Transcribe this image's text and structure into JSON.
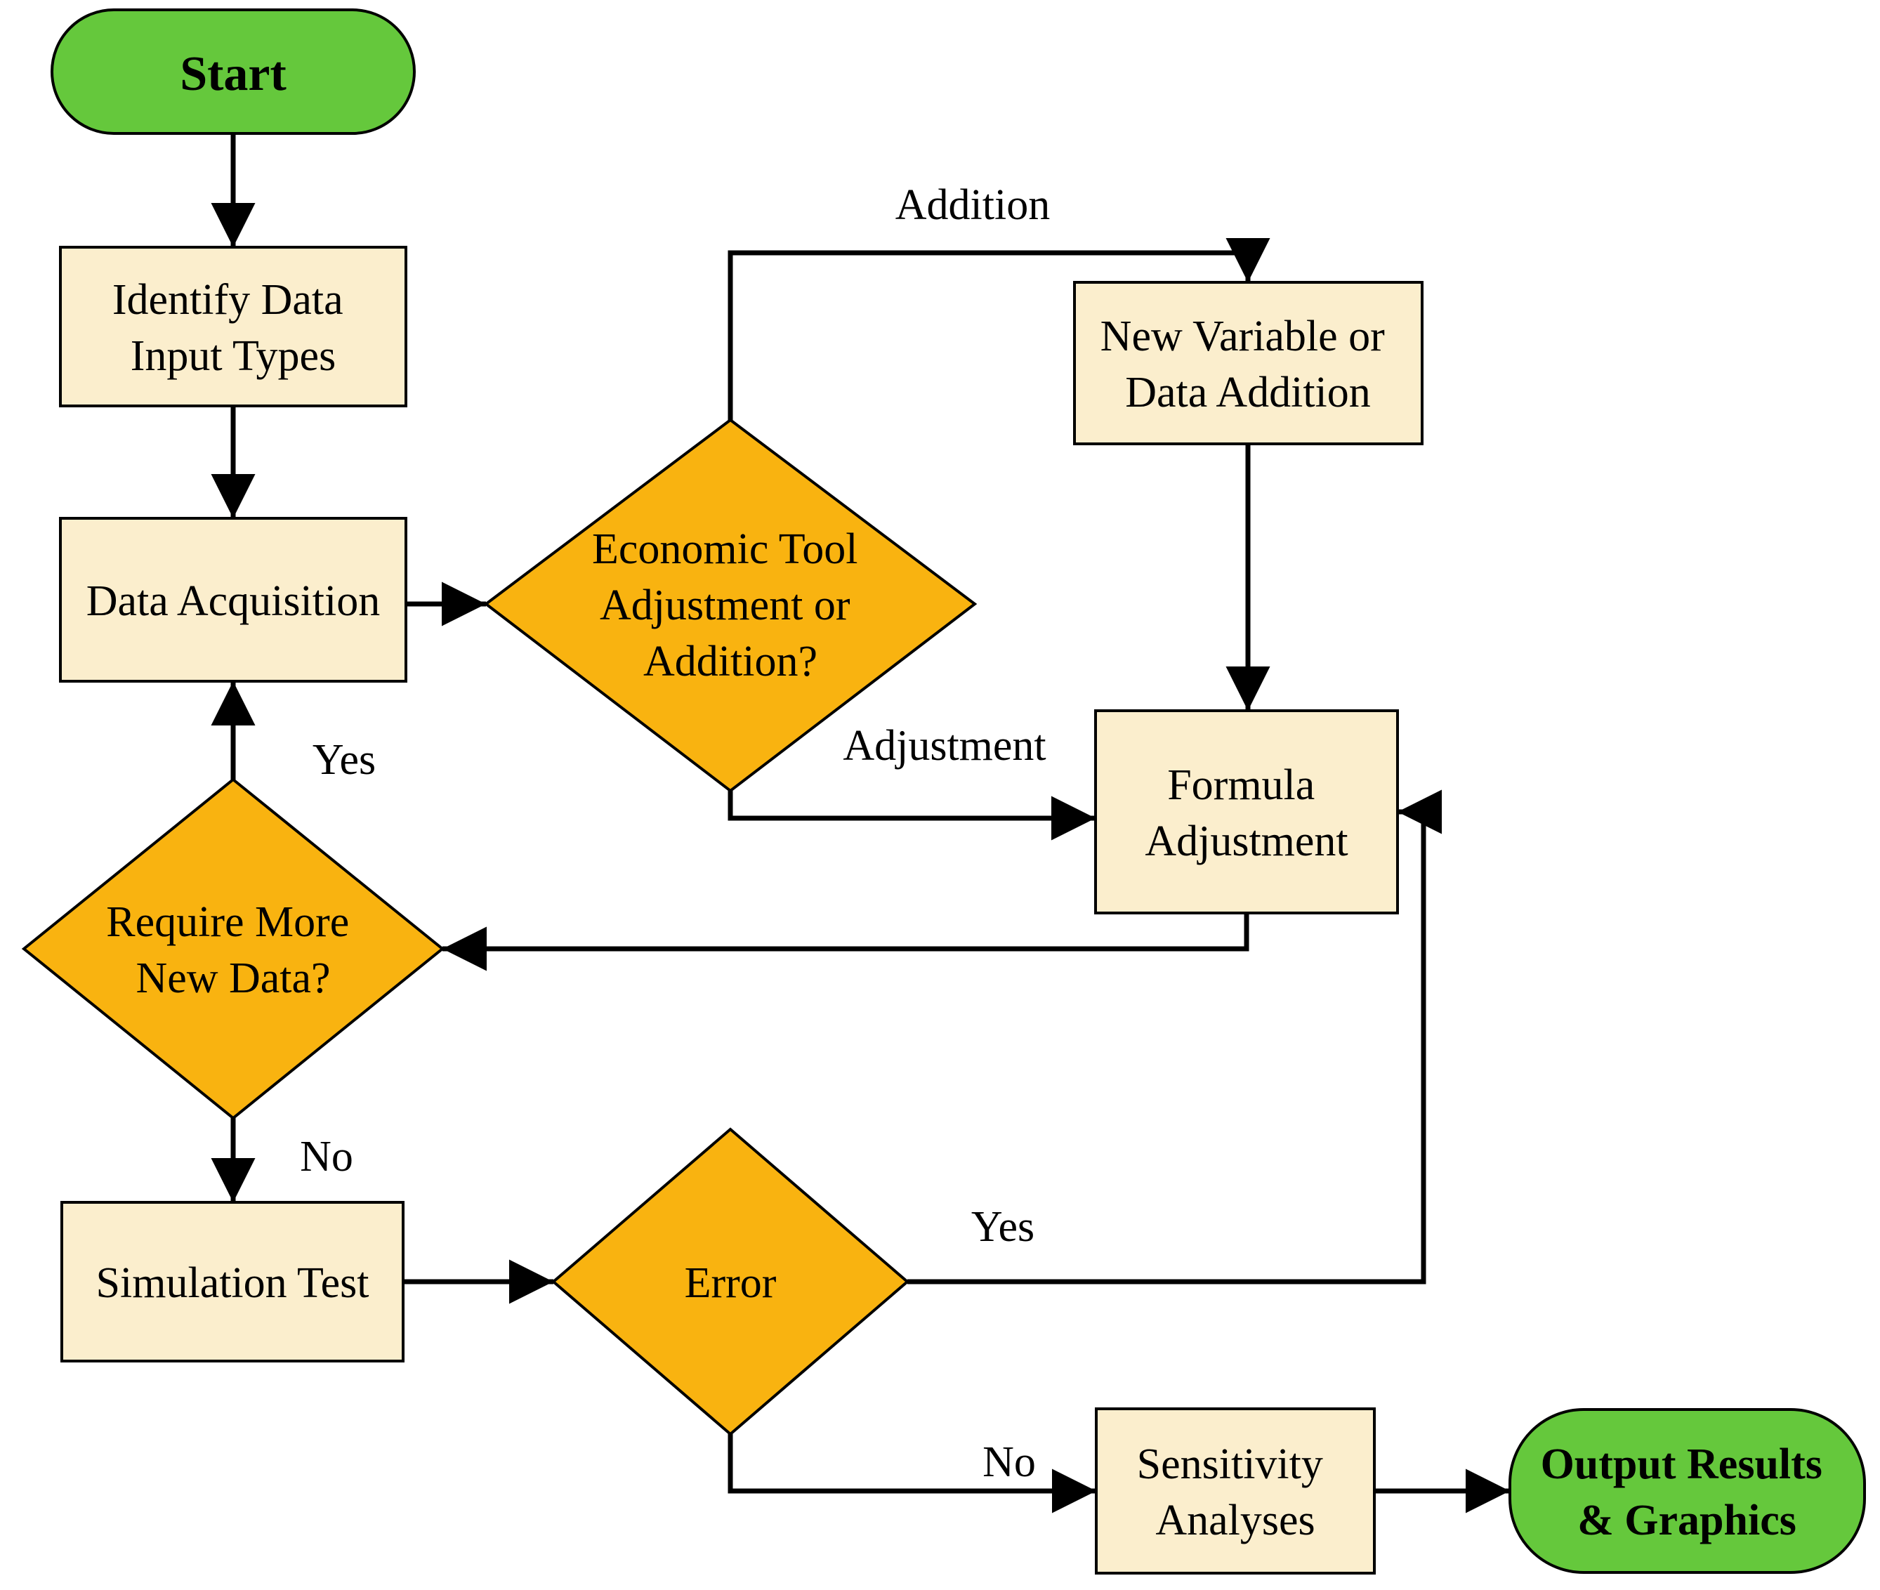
{
  "diagram": {
    "type": "flowchart",
    "colors": {
      "terminator_fill": "#65C83C",
      "process_fill": "#FBEECD",
      "decision_fill": "#F9B310",
      "line": "#000000",
      "text": "#000000"
    },
    "nodes": {
      "start": {
        "shape": "terminator",
        "label": "Start"
      },
      "identify": {
        "shape": "process",
        "lines": [
          "Identify Data",
          "Input Types"
        ]
      },
      "acquisition": {
        "shape": "process",
        "label": "Data Acquisition"
      },
      "econ_decision": {
        "shape": "decision",
        "lines": [
          "Economic Tool",
          "Adjustment or",
          "Addition?"
        ]
      },
      "new_variable": {
        "shape": "process",
        "lines": [
          "New Variable or",
          "Data Addition"
        ]
      },
      "formula": {
        "shape": "process",
        "lines": [
          "Formula",
          "Adjustment"
        ]
      },
      "require_more": {
        "shape": "decision",
        "lines": [
          "Require More",
          "New Data?"
        ]
      },
      "simulation": {
        "shape": "process",
        "label": "Simulation Test"
      },
      "error": {
        "shape": "decision",
        "label": "Error"
      },
      "sensitivity": {
        "shape": "process",
        "lines": [
          "Sensitivity",
          "Analyses"
        ]
      },
      "output": {
        "shape": "terminator",
        "lines": [
          "Output Results",
          "& Graphics"
        ]
      }
    },
    "edge_labels": {
      "addition": "Addition",
      "adjustment": "Adjustment",
      "require_yes": "Yes",
      "require_no": "No",
      "error_yes": "Yes",
      "error_no": "No"
    }
  }
}
